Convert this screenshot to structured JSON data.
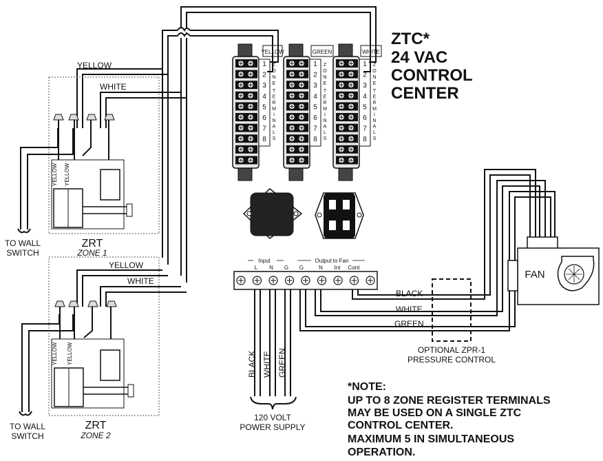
{
  "title": {
    "line1": "ZTC*",
    "line2": "24 VAC",
    "line3": "CONTROL",
    "line4": "CENTER"
  },
  "strip_labels": {
    "yellow": "YELLOW",
    "green": "GREEN",
    "white": "WHITE"
  },
  "zone_terminals": [
    "1",
    "2",
    "3",
    "4",
    "5",
    "6",
    "7",
    "8"
  ],
  "zone_vertical": "ZONE",
  "terminals_vertical": "TERMINALS",
  "zones": [
    {
      "title": "ZRT",
      "subtitle": "ZONE 1",
      "switch_line1": "TO WALL",
      "switch_line2": "SWITCH",
      "wire_yellow": "YELLOW",
      "wire_white": "WHITE",
      "coil_labels": [
        "YELLOW",
        "YELLOW"
      ]
    },
    {
      "title": "ZRT",
      "subtitle": "ZONE 2",
      "switch_line1": "TO WALL",
      "switch_line2": "SWITCH",
      "wire_yellow": "YELLOW",
      "wire_white": "WHITE",
      "coil_labels": [
        "YELLOW",
        "YELLOW"
      ]
    }
  ],
  "terminal_block": {
    "input_label": "Input",
    "output_label": "Output to Fan",
    "terminals": [
      "L",
      "N",
      "G",
      "G",
      "N",
      "Int",
      "Cont"
    ]
  },
  "power": {
    "wires": [
      "BLACK",
      "WHITE",
      "GREEN"
    ],
    "line1": "120 VOLT",
    "line2": "POWER SUPPLY"
  },
  "fan": {
    "label": "FAN",
    "wires": [
      "BLACK",
      "WHITE",
      "GREEN"
    ]
  },
  "pressure": {
    "line1": "OPTIONAL ZPR-1",
    "line2": "PRESSURE CONTROL"
  },
  "note": {
    "heading": "*NOTE:",
    "lines": [
      "UP TO 8 ZONE REGISTER TERMINALS",
      "MAY BE USED ON A SINGLE ZTC",
      "CONTROL CENTER.",
      "MAXIMUM 5 IN SIMULTANEOUS",
      "OPERATION."
    ]
  }
}
